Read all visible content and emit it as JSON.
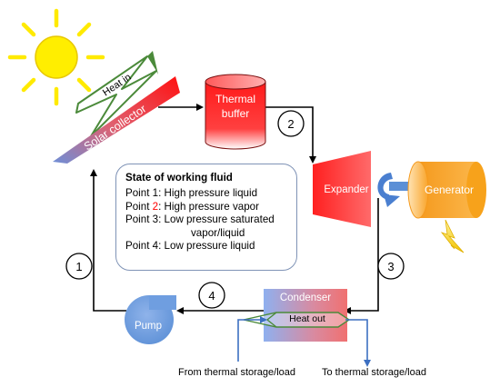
{
  "labels": {
    "heat_in": "Heat in",
    "solar_collector": "Solar collector",
    "thermal_buffer_line1": "Thermal",
    "thermal_buffer_line2": "buffer",
    "expander": "Expander",
    "generator": "Generator",
    "condenser": "Condenser",
    "heat_out": "Heat out",
    "pump": "Pump",
    "from_storage": "From thermal storage/load",
    "to_storage": "To thermal storage/load"
  },
  "points": [
    "1",
    "2",
    "3",
    "4"
  ],
  "legend": {
    "title": "State of working fluid",
    "lines": [
      {
        "prefix": "Point ",
        "num": "1",
        "suffix": ": High pressure liquid"
      },
      {
        "prefix": "Point ",
        "num": "2",
        "suffix": ": High pressure vapor"
      },
      {
        "prefix": "Point ",
        "num": "3",
        "suffix": ": Low pressure saturated"
      },
      {
        "continuation": "vapor/liquid"
      },
      {
        "prefix": "Point ",
        "num": "4",
        "suffix": ": Low pressure liquid"
      }
    ]
  },
  "colors": {
    "sun": "#ffee00",
    "red": "#ff0000",
    "orange": "#f7a21b",
    "blue": "#5b8fd6",
    "line": "#000000",
    "collector_frame": "#4b8a3a"
  }
}
